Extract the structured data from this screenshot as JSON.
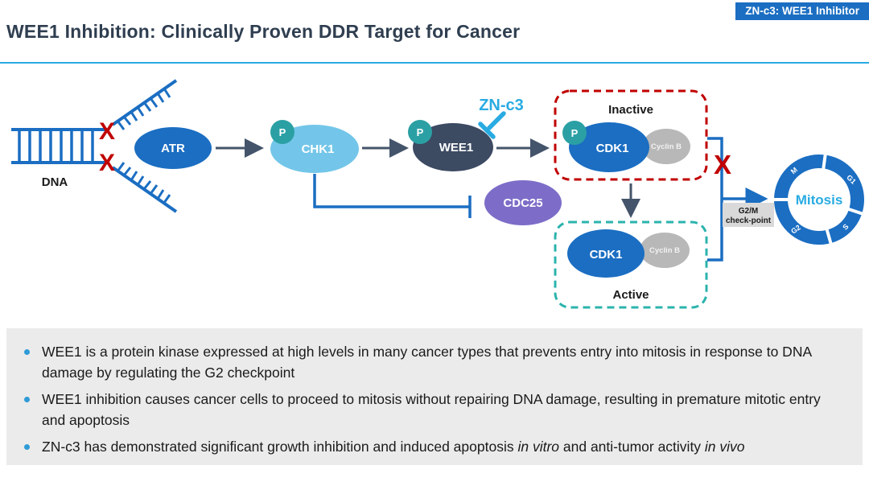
{
  "slide": {
    "badge": "ZN-c3: WEE1 Inhibitor",
    "title": "WEE1 Inhibition: Clinically Proven DDR Target for Cancer"
  },
  "diagram": {
    "dna_label": "DNA",
    "phospho": "P",
    "x_mark": "X",
    "inhibitor": "ZN-c3",
    "nodes": {
      "atr": "ATR",
      "chk1": "CHK1",
      "wee1": "WEE1",
      "cdc25": "CDC25",
      "cdk1": "CDK1",
      "cyclin_b": "Cyclin B"
    },
    "states": {
      "inactive": "Inactive",
      "active": "Active"
    },
    "checkpoint": {
      "line1": "G2/M",
      "line2": "check-point"
    },
    "cycle": {
      "center": "Mitosis",
      "phases": [
        "M",
        "G1",
        "S",
        "G2"
      ]
    }
  },
  "colors": {
    "primary_blue": "#1B6EC2",
    "light_blue": "#73C6E9",
    "dark_slate": "#3C4A62",
    "teal_phospho": "#2BA0A4",
    "purple": "#7D6DC8",
    "gray_cyclin": "#B8B8B8",
    "red": "#C00000",
    "cyan_accent": "#29ABE2",
    "teal_dash": "#2BB3AD",
    "arrow_slate": "#44546A",
    "panel_gray": "#EBEBEB",
    "checkpoint_gray": "#D9D9D9"
  },
  "panel": {
    "bullets": [
      {
        "text": "WEE1 is a protein kinase expressed at high levels in many cancer types that prevents entry into mitosis in response to DNA damage by regulating the G2 checkpoint"
      },
      {
        "text": "WEE1 inhibition causes cancer cells to proceed to mitosis without repairing DNA damage, resulting in premature mitotic entry and apoptosis"
      },
      {
        "pre": "ZN-c3 has demonstrated significant growth inhibition and induced apoptosis ",
        "italic1": "in vitro",
        "mid": " and anti-tumor activity ",
        "italic2": "in vivo"
      }
    ]
  }
}
